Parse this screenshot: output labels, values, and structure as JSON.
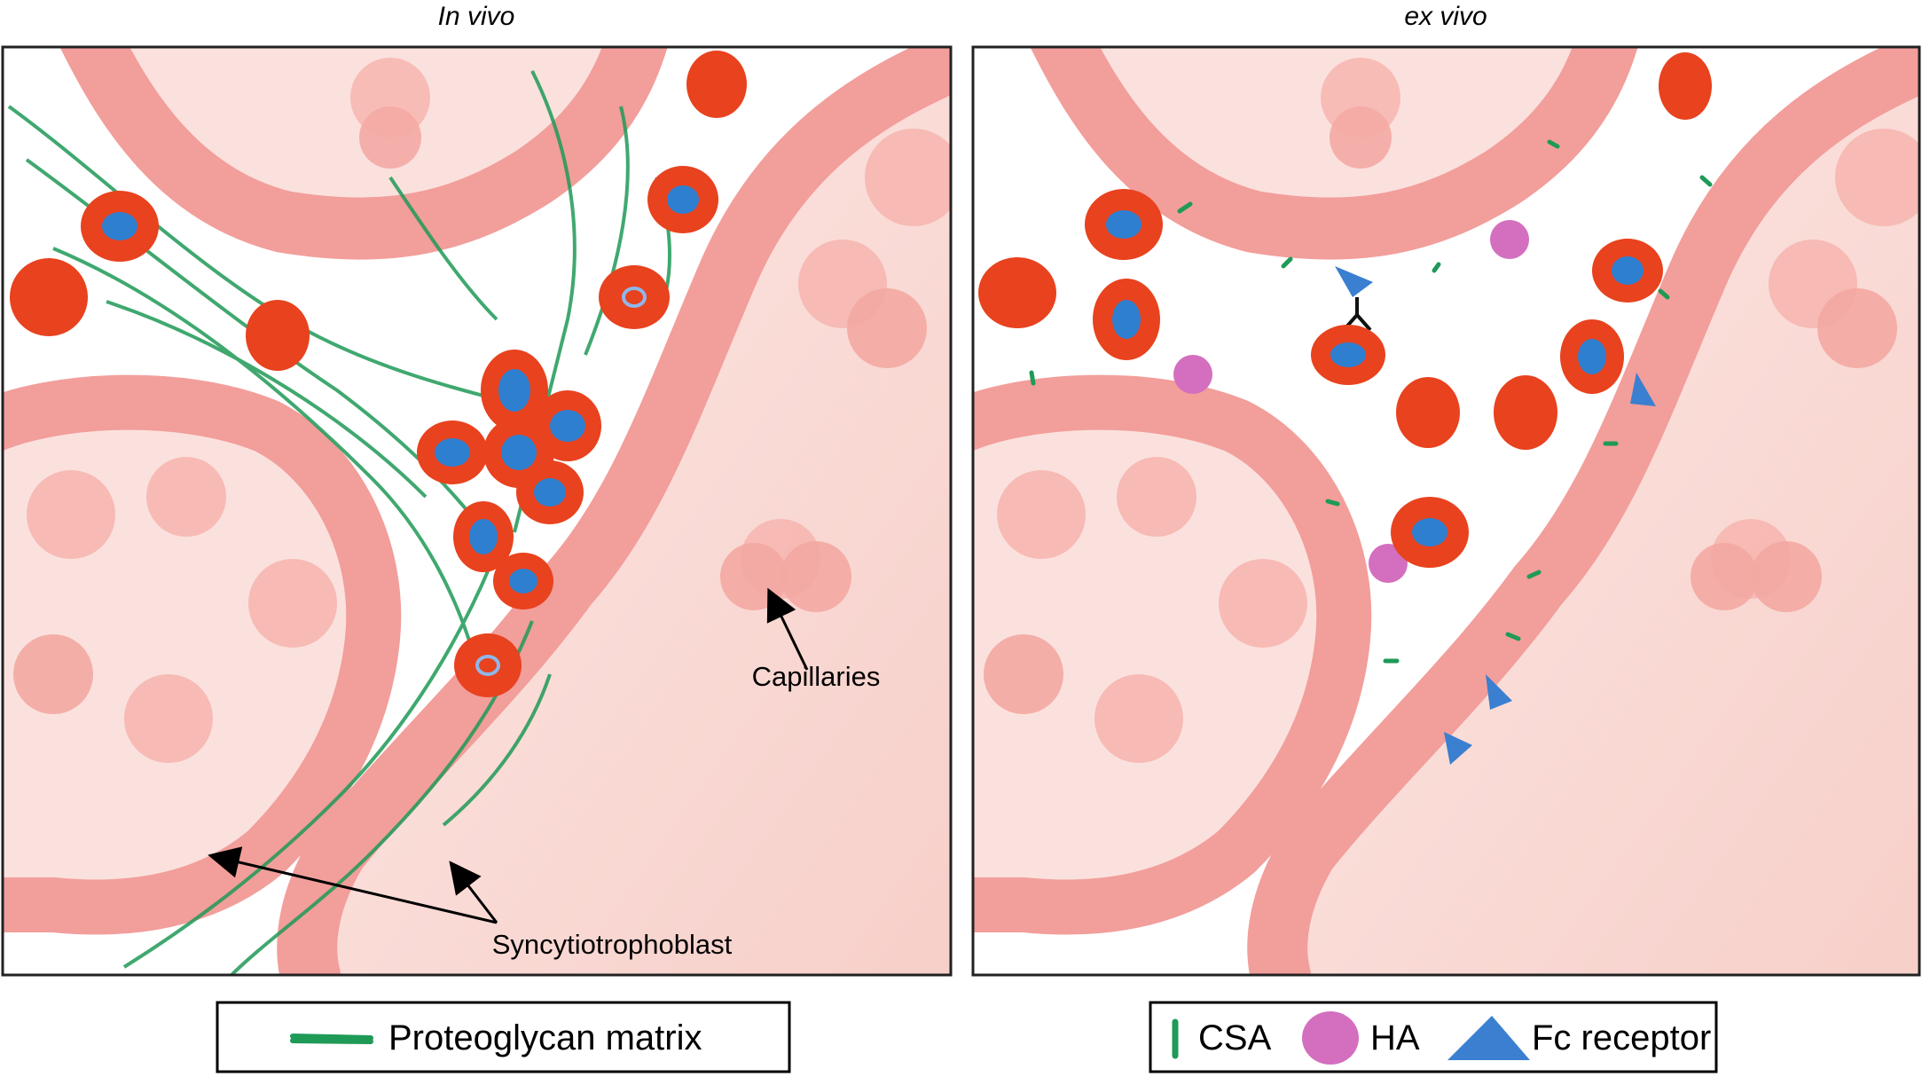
{
  "panels": {
    "left": {
      "title": "In vivo",
      "labels": {
        "capillaries": "Capillaries",
        "syncytiotrophoblast": "Syncytiotrophoblast"
      }
    },
    "right": {
      "title": "ex vivo"
    }
  },
  "legend_left": {
    "items": [
      {
        "icon": "proteoglycan-matrix-icon",
        "label": "Proteoglycan matrix"
      }
    ]
  },
  "legend_right": {
    "items": [
      {
        "icon": "csa-icon",
        "label": "CSA"
      },
      {
        "icon": "ha-icon",
        "label": "HA"
      },
      {
        "icon": "fc-receptor-icon",
        "label": "Fc receptor"
      }
    ]
  },
  "colors": {
    "villus_fill": "#fbe3df",
    "syncytio_band": "#f09a98",
    "nucleus": "#e8605e",
    "capillary": "#f6b1ab",
    "rbc": "#e8421e",
    "parasite": "#2f7fd0",
    "matrix": "#1f9a57",
    "ha": "#d46fbf",
    "fc_receptor": "#3a7fd0"
  }
}
